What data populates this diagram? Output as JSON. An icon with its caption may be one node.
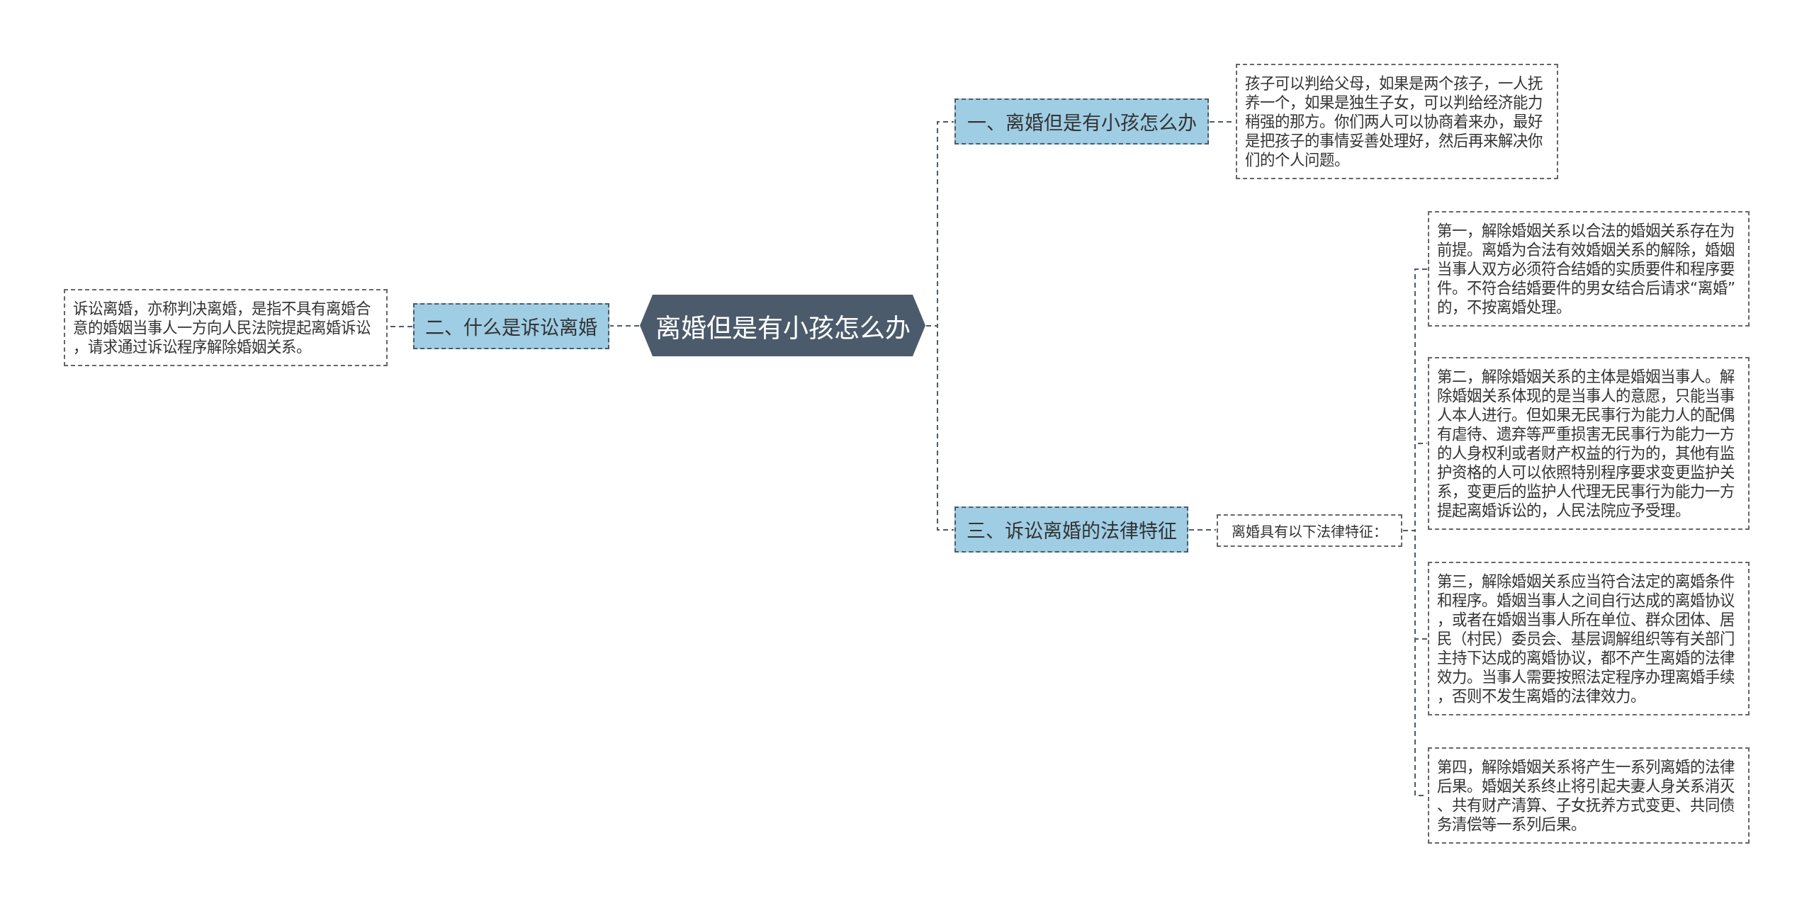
{
  "diagram": {
    "nodes": [
      {
        "text": [
          "离婚但是有小孩怎么办"
        ]
      },
      {
        "text": [
          "一、离婚但是有小孩怎么办"
        ]
      },
      {
        "text": [
          "孩子可以判给父母，如果是两个孩子，一人抚养一个，如果是独生子女，可以判给经济能力稍强的那方。你们两人可以协商着来办，最好是把孩子的事情妥善处理好，然后再来解决你们的个人问题。"
        ]
      },
      {
        "text": [
          "二、什么是诉讼离婚"
        ]
      },
      {
        "text": [
          "诉讼离婚，亦称判决离婚，是指不具有离婚合意的婚姻当事人一方向人民法院提起离婚诉讼，请求通过诉讼程序解除婚姻关系。"
        ]
      },
      {
        "text": [
          "三、诉讼离婚的法律特征"
        ]
      },
      {
        "text": [
          "离婚具有以下法律特征："
        ]
      },
      {
        "text": [
          "第一，解除婚姻关系以合法的婚姻关系存在为前提。离婚为合法有效婚姻关系的解除，婚姻当事人双方必须符合结婚的实质要件和程序要件。不符合结婚要件的男女结合后请求“离婚”的，不按离婚处理。"
        ]
      },
      {
        "text": [
          "第二，解除婚姻关系的主体是婚姻当事人。解除婚姻关系体现的是当事人的意愿，只能当事人本人进行。但如果无民事行为能力人的配偶有虐待、遗弃等严重损害无民事行为能力一方的人身权利或者财产权益的行为的，其他有监护资格的人可以依照特别程序要求变更监护关系，变更后的监护人代理无民事行为能力一方提起离婚诉讼的，人民法院应予受理。"
        ]
      },
      {
        "text": [
          "第三，解除婚姻关系应当符合法定的离婚条件和程序。婚姻当事人之间自行达成的离婚协议，或者在婚姻当事人所在单位、群众团体、居民（村民）委员会、基层调解组织等有关部门主持下达成的离婚协议，都不产生离婚的法律效力。当事人需要按照法定程序办理离婚手续，否则不发生离婚的法律效力。"
        ]
      },
      {
        "text": [
          "第四，解除婚姻关系将产生一系列离婚的法律后果。婚姻关系终止将引起夫妻人身关系消灭、共有财产清算、子女抚养方式变更、共同债务清偿等一系列后果。"
        ]
      }
    ],
    "edges": [
      {
        "from": 0,
        "to": 1,
        "arrow": "none",
        "style": "dashed"
      },
      {
        "from": 0,
        "to": 3,
        "arrow": "none",
        "style": "dashed"
      },
      {
        "from": 0,
        "to": 5,
        "arrow": "none",
        "style": "dashed"
      },
      {
        "from": 1,
        "to": 2,
        "arrow": "none",
        "style": "dashed"
      },
      {
        "from": 3,
        "to": 4,
        "arrow": "none",
        "style": "dashed"
      },
      {
        "from": 5,
        "to": 6,
        "arrow": "none",
        "style": "dashed"
      },
      {
        "from": 6,
        "to": 7,
        "arrow": "none",
        "style": "dashed"
      },
      {
        "from": 6,
        "to": 8,
        "arrow": "none",
        "style": "dashed"
      },
      {
        "from": 6,
        "to": 9,
        "arrow": "none",
        "style": "dashed"
      },
      {
        "from": 6,
        "to": 10,
        "arrow": "none",
        "style": "dashed"
      }
    ]
  }
}
